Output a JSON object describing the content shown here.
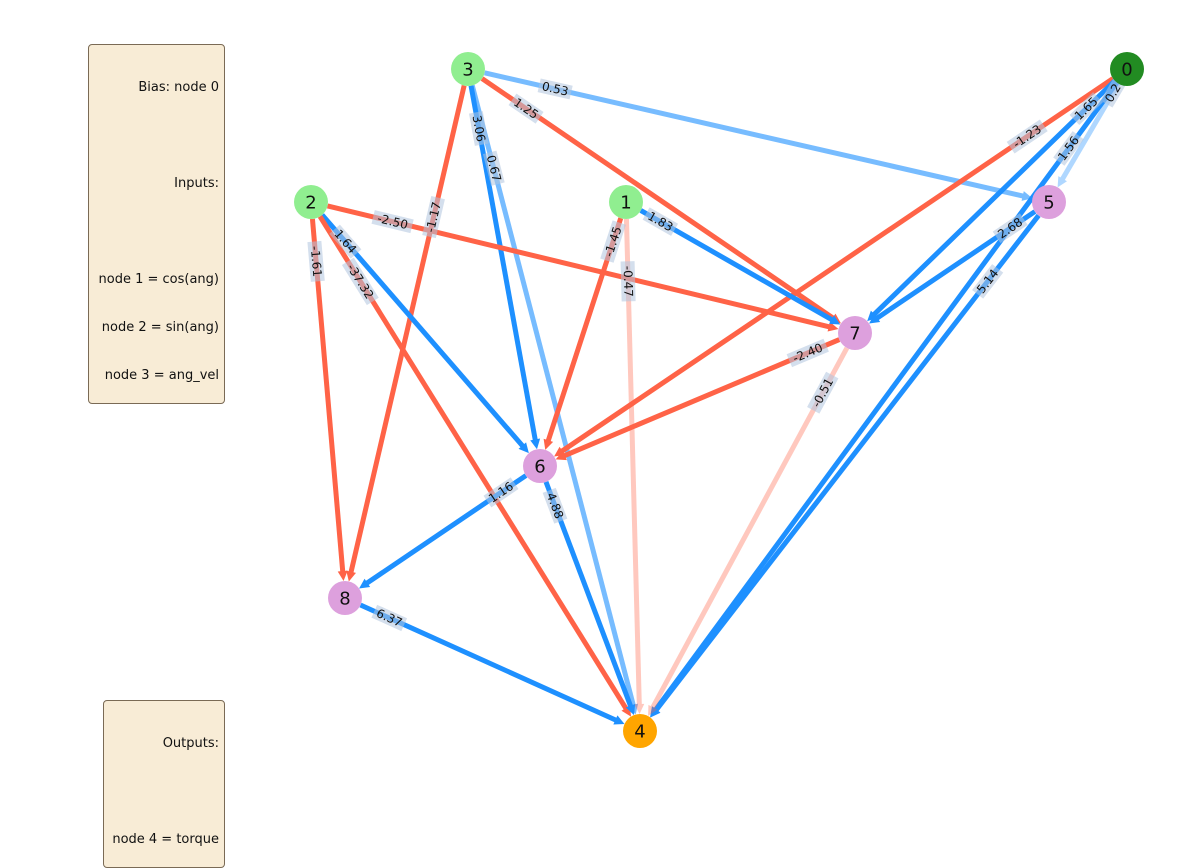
{
  "legend": {
    "bias_line": "Bias: node 0",
    "inputs_heading": "Inputs:",
    "input_lines": [
      "node 1 = cos(ang)",
      "node 2 = sin(ang)",
      "node 3 = ang_vel"
    ],
    "outputs_heading": "Outputs:",
    "output_lines": [
      "node 4 = torque"
    ]
  },
  "colors": {
    "bias": "#228b22",
    "input": "#90ee90",
    "output": "#ffa500",
    "hidden": "#dda0dd",
    "positive": "#1e90ff",
    "negative": "#ff6347",
    "label_bg": "#b0c4de"
  },
  "nodes": [
    {
      "id": "0",
      "role": "bias"
    },
    {
      "id": "1",
      "role": "input"
    },
    {
      "id": "2",
      "role": "input"
    },
    {
      "id": "3",
      "role": "input"
    },
    {
      "id": "4",
      "role": "output"
    },
    {
      "id": "5",
      "role": "hidden"
    },
    {
      "id": "6",
      "role": "hidden"
    },
    {
      "id": "7",
      "role": "hidden"
    },
    {
      "id": "8",
      "role": "hidden"
    }
  ],
  "edges": [
    {
      "from": "3",
      "to": "5",
      "weight": "0.53",
      "sign": "positive",
      "strength": "medium"
    },
    {
      "from": "3",
      "to": "7",
      "weight": "1.25",
      "sign": "negative",
      "strength": "strong"
    },
    {
      "from": "3",
      "to": "8",
      "weight": "-1.17",
      "sign": "negative",
      "strength": "strong"
    },
    {
      "from": "3",
      "to": "6",
      "weight": "3.06",
      "sign": "positive",
      "strength": "strong"
    },
    {
      "from": "3",
      "to": "4",
      "weight": "0.67",
      "sign": "positive",
      "strength": "medium"
    },
    {
      "from": "0",
      "to": "6",
      "weight": "-1.23",
      "sign": "negative",
      "strength": "strong"
    },
    {
      "from": "0",
      "to": "7",
      "weight": "1.65",
      "sign": "positive",
      "strength": "strong"
    },
    {
      "from": "0",
      "to": "5",
      "weight": "0.2",
      "sign": "positive",
      "strength": "weak"
    },
    {
      "from": "0",
      "to": "4",
      "weight": "1.56",
      "sign": "positive",
      "strength": "strong"
    },
    {
      "from": "5",
      "to": "7",
      "weight": "2.68",
      "sign": "positive",
      "strength": "strong"
    },
    {
      "from": "5",
      "to": "4",
      "weight": "5.14",
      "sign": "positive",
      "strength": "strong"
    },
    {
      "from": "2",
      "to": "7",
      "weight": "-2.50",
      "sign": "negative",
      "strength": "strong"
    },
    {
      "from": "2",
      "to": "6",
      "weight": "1.64",
      "sign": "positive",
      "strength": "strong"
    },
    {
      "from": "2",
      "to": "8",
      "weight": "-1.61",
      "sign": "negative",
      "strength": "strong"
    },
    {
      "from": "2",
      "to": "4",
      "weight": "-37.32",
      "sign": "negative",
      "strength": "strong"
    },
    {
      "from": "1",
      "to": "7",
      "weight": "1.83",
      "sign": "positive",
      "strength": "strong"
    },
    {
      "from": "1",
      "to": "6",
      "weight": "-1.45",
      "sign": "negative",
      "strength": "strong"
    },
    {
      "from": "1",
      "to": "4",
      "weight": "-0.47",
      "sign": "negative",
      "strength": "weak"
    },
    {
      "from": "7",
      "to": "6",
      "weight": "-2.40",
      "sign": "negative",
      "strength": "strong"
    },
    {
      "from": "7",
      "to": "4",
      "weight": "-0.51",
      "sign": "negative",
      "strength": "weak"
    },
    {
      "from": "6",
      "to": "8",
      "weight": "1.16",
      "sign": "positive",
      "strength": "strong"
    },
    {
      "from": "6",
      "to": "4",
      "weight": "4.88",
      "sign": "positive",
      "strength": "strong"
    },
    {
      "from": "8",
      "to": "4",
      "weight": "6.37",
      "sign": "positive",
      "strength": "strong"
    }
  ]
}
